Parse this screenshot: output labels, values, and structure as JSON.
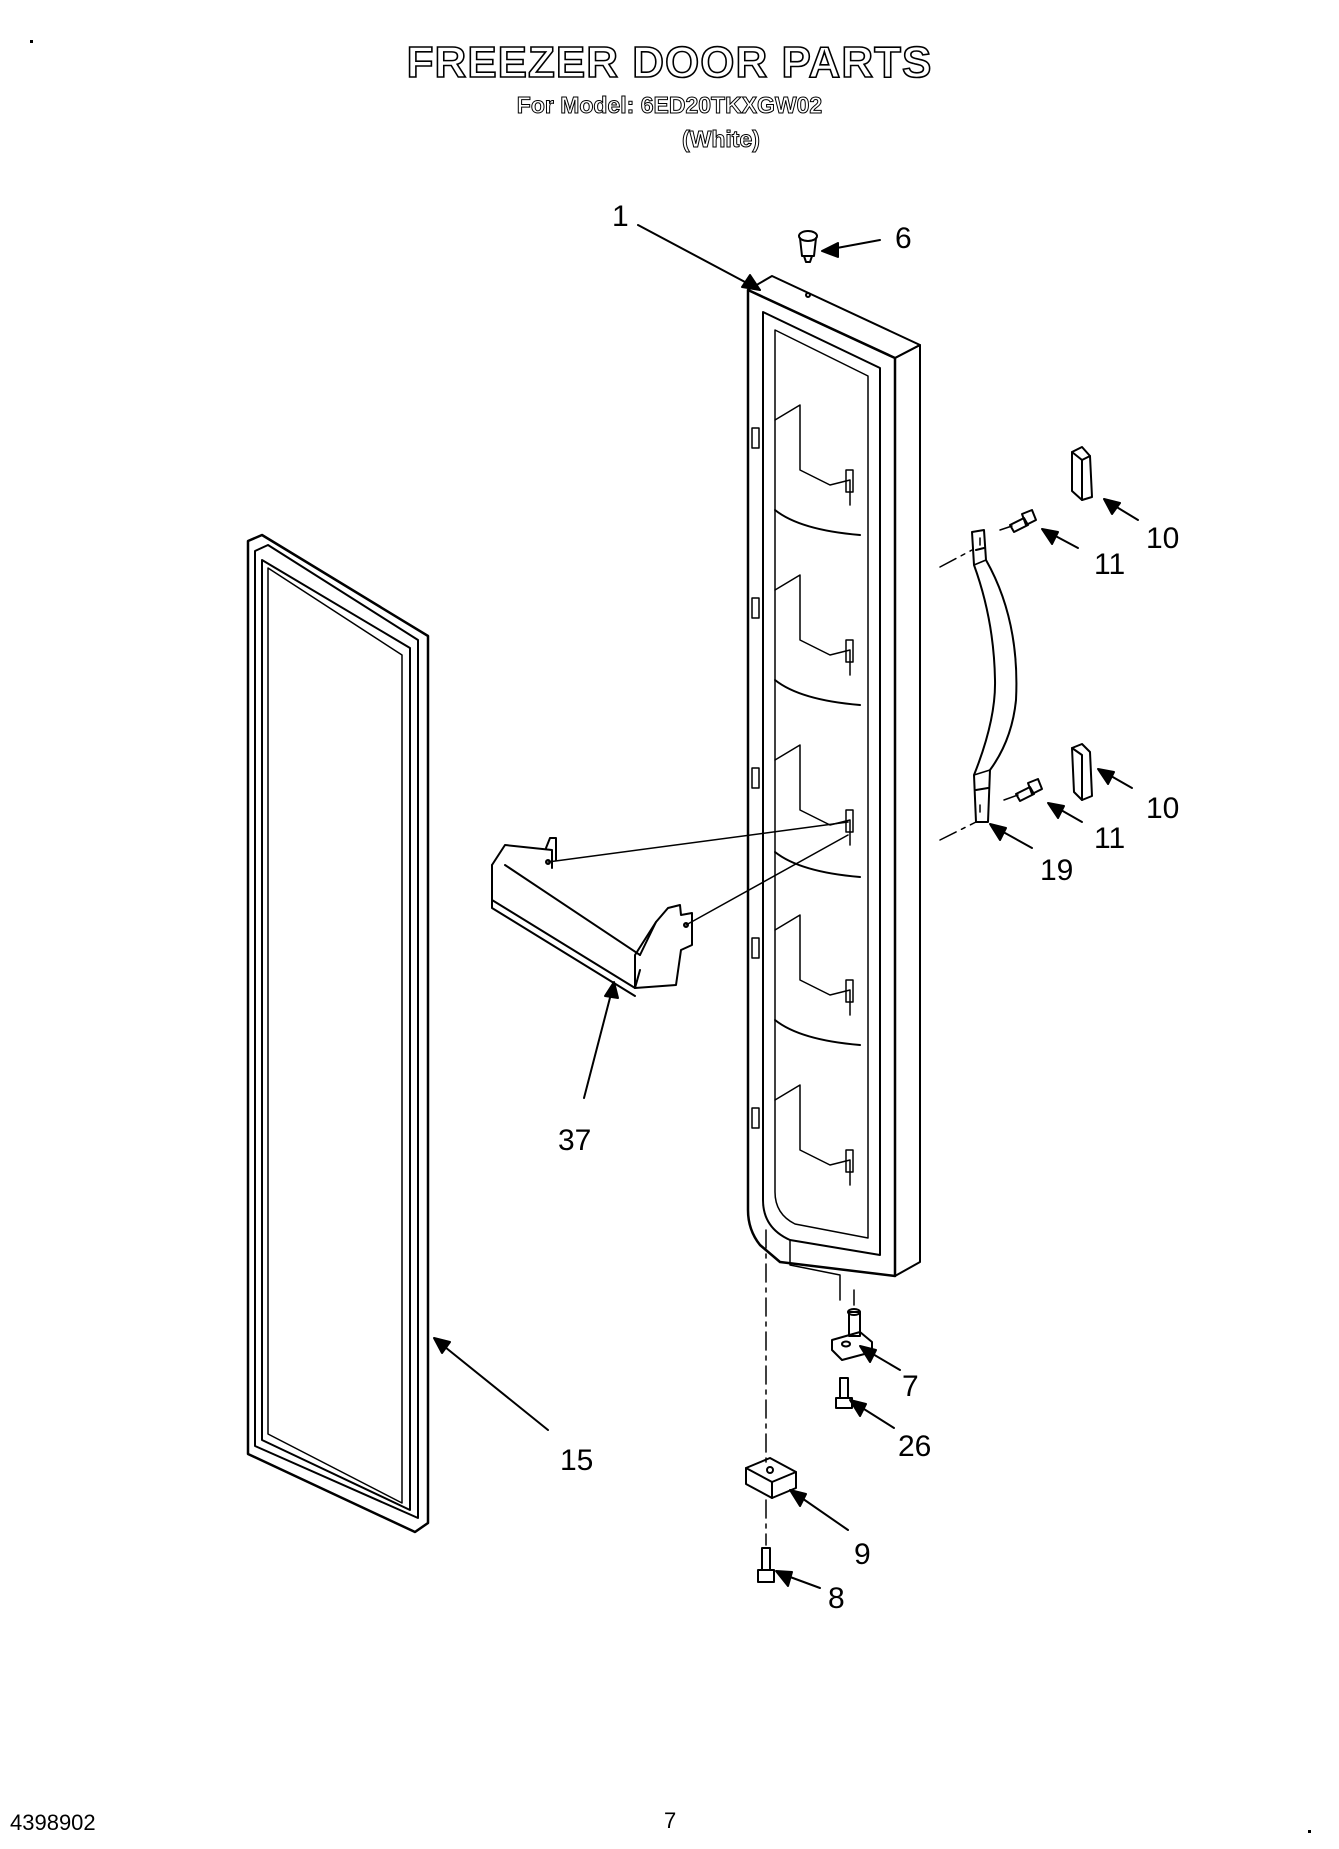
{
  "header": {
    "title": "FREEZER DOOR PARTS",
    "model_line": "For Model: 6ED20TKXGW02",
    "color_line": "(White)"
  },
  "footer": {
    "doc_number": "4398902",
    "page_number": "7"
  },
  "callouts": {
    "door": "1",
    "door_plug": "6",
    "handle_insert_top": "10",
    "handle_screw_top": "11",
    "handle_insert_bottom": "10",
    "handle_screw_bottom": "11",
    "handle": "19",
    "door_bin": "37",
    "gasket": "15",
    "hinge_pin": "7",
    "hinge_screw": "26",
    "bottom_hinge": "9",
    "bottom_hinge_screw": "8"
  }
}
